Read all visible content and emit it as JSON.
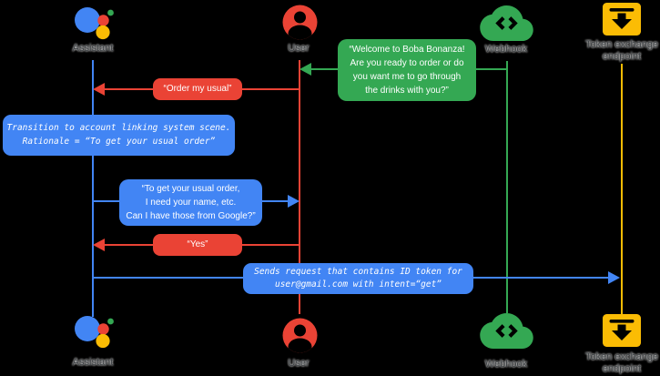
{
  "colors": {
    "assistant_blue": "#4285F4",
    "user_red": "#EA4335",
    "webhook_green": "#34A853",
    "token_yellow": "#FBBC04",
    "bubble_text": "#FFFFFF",
    "label_gray": "#3C4043",
    "background": "#000000"
  },
  "actors": {
    "assistant": {
      "label": "Assistant"
    },
    "user": {
      "label": "User"
    },
    "webhook": {
      "label": "Webhook"
    },
    "token_endpoint": {
      "label": "Token exchange\nendpoint"
    }
  },
  "messages": {
    "welcome": {
      "from": "Webhook",
      "to": "User",
      "text": "“Welcome to Boba Bonanza!\nAre you ready to order or do\nyou want me to go through\nthe drinks with you?”"
    },
    "order_my_usual": {
      "from": "User",
      "to": "Assistant",
      "text": "“Order my usual”"
    },
    "transition_note": {
      "type": "note",
      "text": "Transition to account linking system scene.\nRationale = “To get your usual order”"
    },
    "get_usual_order": {
      "from": "Assistant",
      "to": "User",
      "text": "“To get your usual order,\nI need your name, etc.\nCan I have those from Google?”"
    },
    "yes": {
      "from": "User",
      "to": "Assistant",
      "text": "“Yes”"
    },
    "sends_request": {
      "type": "note",
      "from": "Assistant",
      "to": "Token exchange endpoint",
      "text": "Sends request that contains ID token for\nuser@gmail.com with intent=“get”"
    }
  }
}
